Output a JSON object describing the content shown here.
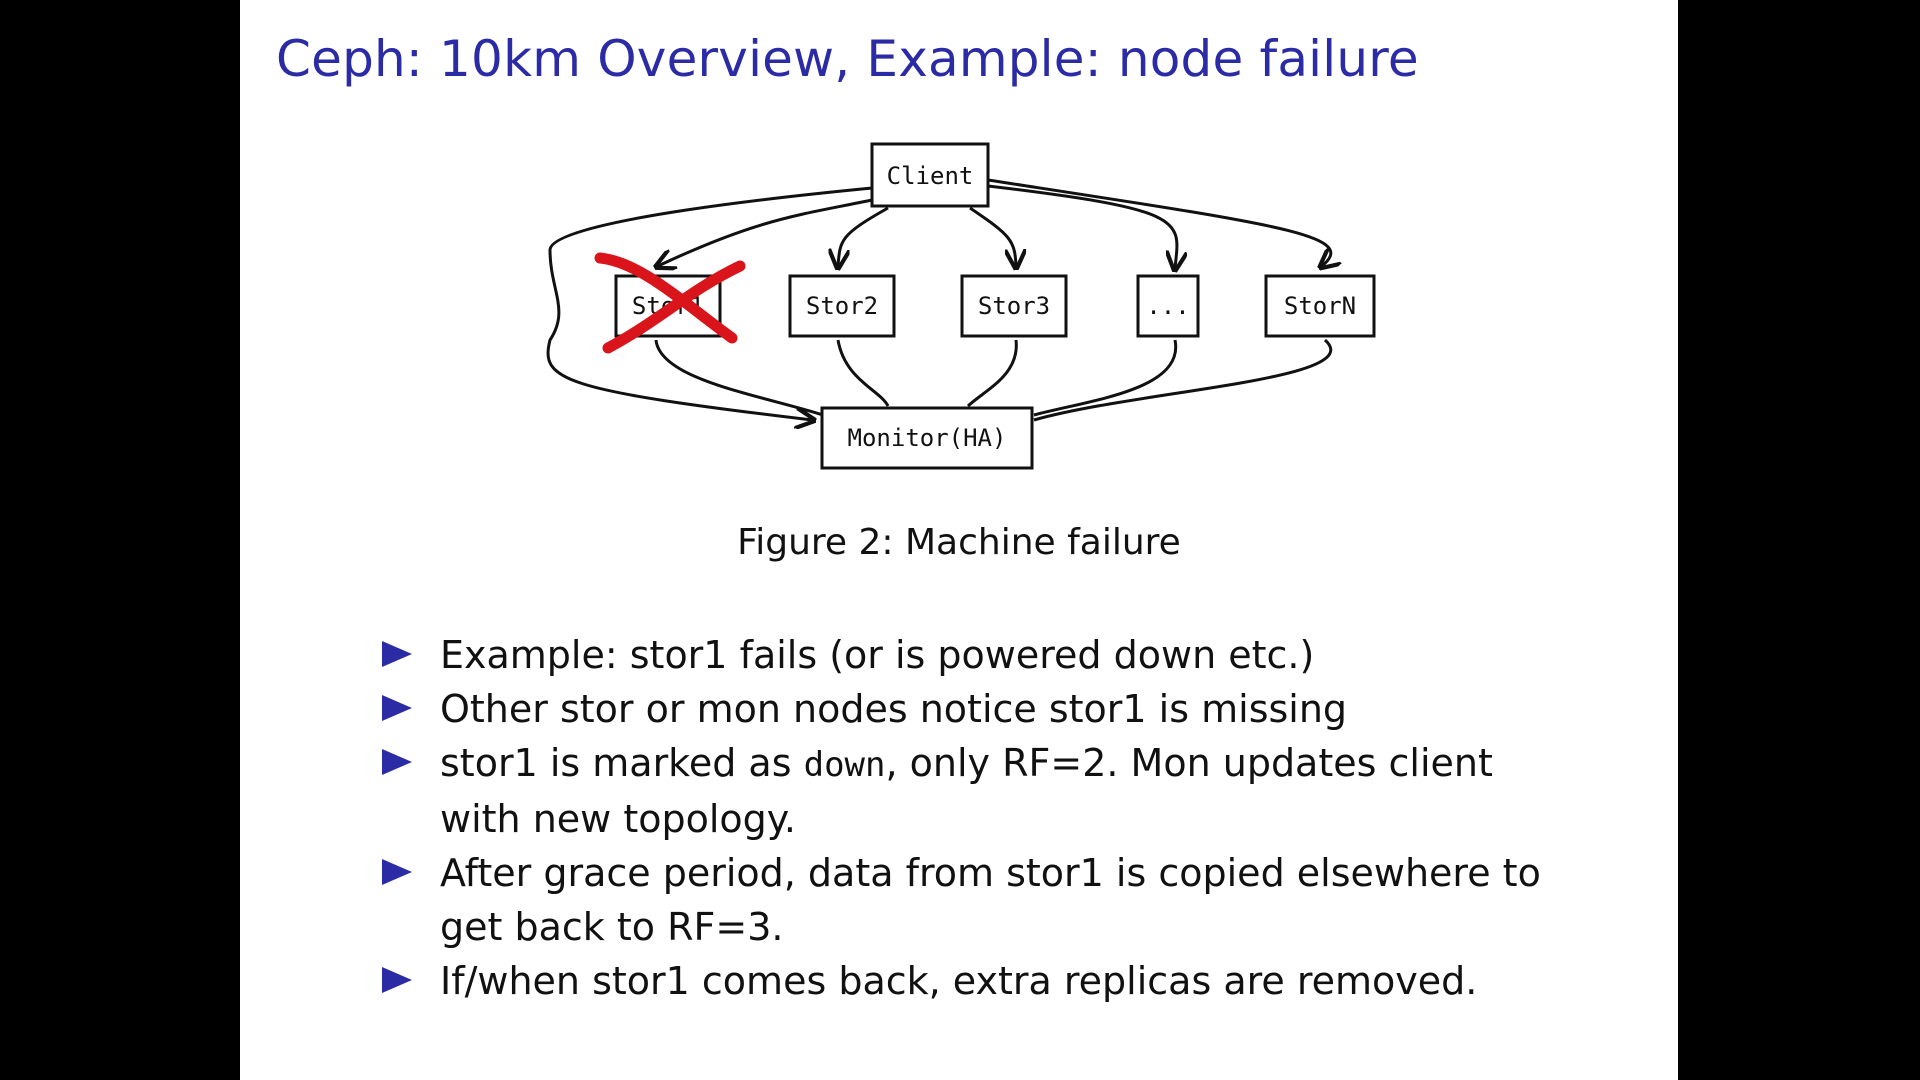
{
  "slide": {
    "title": "Ceph: 10km Overview, Example: node failure",
    "diagram": {
      "client": "Client",
      "stor1": "Stor1",
      "stor2": "Stor2",
      "stor3": "Stor3",
      "ellipsis": "...",
      "storN": "StorN",
      "monitor": "Monitor(HA)"
    },
    "caption": "Figure 2: Machine failure",
    "bullets": [
      {
        "text": "Example: stor1 fails (or is powered down etc.)"
      },
      {
        "text": "Other stor or mon nodes notice stor1 is missing"
      },
      {
        "pre": "stor1 is marked as ",
        "code": "down",
        "post": ", only RF=2. Mon updates client with new topology."
      },
      {
        "text": "After grace period, data from stor1 is copied elsewhere to get back to RF=3."
      },
      {
        "text": "If/when stor1 comes back, extra replicas are removed."
      }
    ],
    "colors": {
      "title": "#2b2ba6",
      "bullet_marker": "#2b2ba6",
      "failure_cross": "#d9141b"
    }
  }
}
